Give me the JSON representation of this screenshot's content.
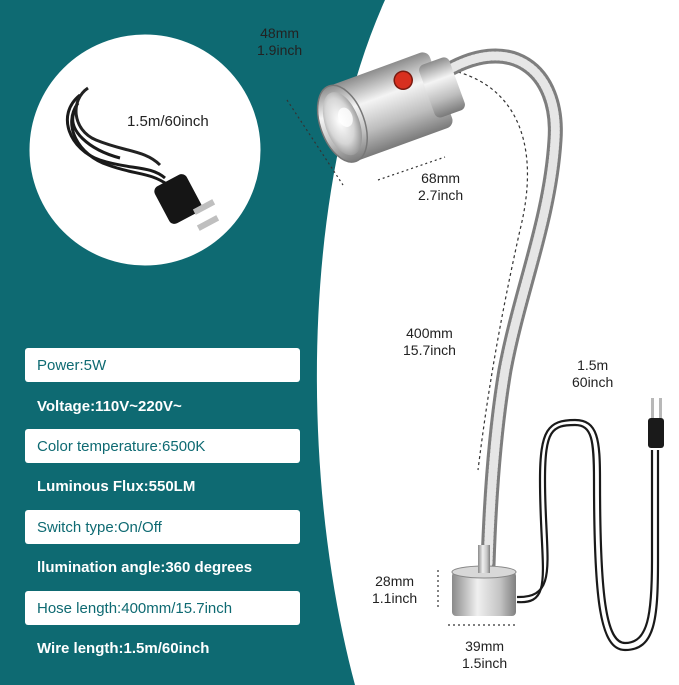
{
  "cable_label": "1.5m/60inch",
  "specs": [
    {
      "text": "Power:5W",
      "boxed": true
    },
    {
      "text": "Voltage:110V~220V~",
      "boxed": false
    },
    {
      "text": "Color temperature:6500K",
      "boxed": true
    },
    {
      "text": "Luminous Flux:550LM",
      "boxed": false
    },
    {
      "text": "Switch type:On/Off",
      "boxed": true
    },
    {
      "text": "llumination angle:360 degrees",
      "boxed": false
    },
    {
      "text": "Hose length:400mm/15.7inch",
      "boxed": true
    },
    {
      "text": "Wire length:1.5m/60inch",
      "boxed": false
    }
  ],
  "dimensions": {
    "head_diameter": {
      "mm": "48mm",
      "inch": "1.9inch"
    },
    "head_length": {
      "mm": "68mm",
      "inch": "2.7inch"
    },
    "hose_length": {
      "mm": "400mm",
      "inch": "15.7inch"
    },
    "wire_length": {
      "mm": "1.5m",
      "inch": "60inch"
    },
    "base_height": {
      "mm": "28mm",
      "inch": "1.1inch"
    },
    "base_diameter": {
      "mm": "39mm",
      "inch": "1.5inch"
    }
  },
  "colors": {
    "teal": "#0e6a72",
    "switch": "#d8301f"
  }
}
